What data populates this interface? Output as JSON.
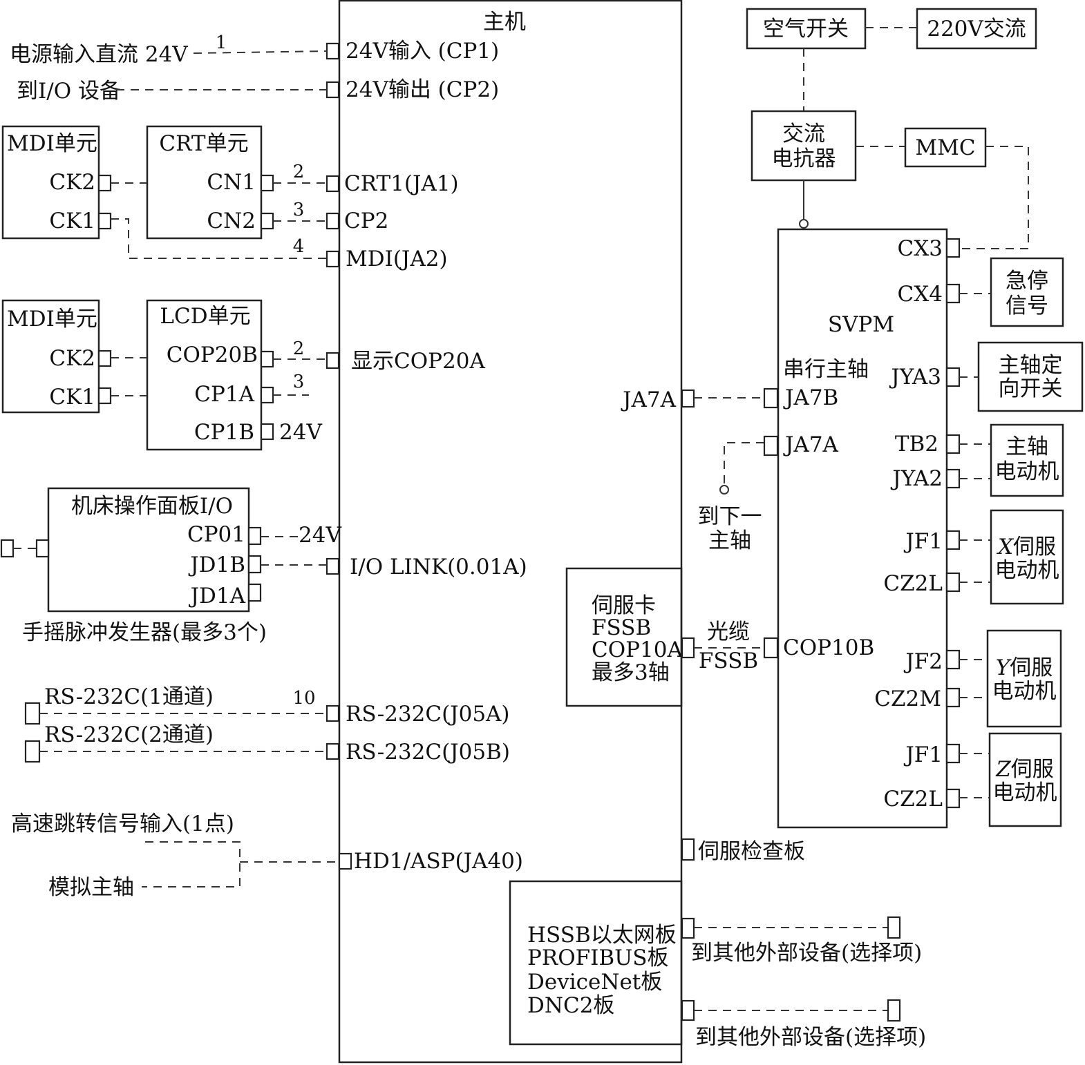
{
  "host": {
    "title": "主机",
    "ports_left": [
      "24V输入 (CP1)",
      "24V输出 (CP2)",
      "CRT1(JA1)",
      "CP2",
      "MDI(JA2)",
      "显示COP20A",
      "I/O LINK(0.01A)",
      "RS-232C(J05A)",
      "RS-232C(J05B)",
      "HD1/ASP(JA40)"
    ],
    "ports_right": [
      "JA7A",
      "伺服检查板"
    ]
  },
  "left_inputs": {
    "power_in": "电源输入直流 24V",
    "to_io": "到I/O 设备",
    "wire_numbers": [
      "1",
      "2",
      "3",
      "4",
      "2",
      "3",
      "10"
    ]
  },
  "crt_group": {
    "mdi_title": "MDI单元",
    "mdi_ports": [
      "CK2",
      "CK1"
    ],
    "crt_title": "CRT单元",
    "crt_ports": [
      "CN1",
      "CN2"
    ]
  },
  "lcd_group": {
    "mdi_title": "MDI单元",
    "mdi_ports": [
      "CK2",
      "CK1"
    ],
    "lcd_title": "LCD单元",
    "lcd_ports": [
      "COP20B",
      "CP1A",
      "CP1B"
    ],
    "cp1b_label": "24V"
  },
  "machine_panel": {
    "title": "机床操作面板I/O",
    "ports": [
      "CP01",
      "JD1B",
      "JD1A"
    ],
    "cp01_label": "24V",
    "mpg_label": "手摇脉冲发生器(最多3个)"
  },
  "serial": {
    "ch1": "RS-232C(1通道)",
    "ch2": "RS-232C(2通道)"
  },
  "hd1": {
    "skip_input": "高速跳转信号输入(1点)",
    "analog_spindle": "模拟主轴"
  },
  "servo_card": {
    "lines": [
      "伺服卡",
      "FSSB",
      "COP10A",
      "最多3轴"
    ],
    "cable_top": "光缆",
    "cable_bottom": "FSSB"
  },
  "option_board": {
    "lines": [
      "HSSB以太网板",
      "PROFIBUS板",
      "DeviceNet板",
      "DNC2板"
    ],
    "ext1": "到其他外部设备(选择项)",
    "ext2": "到其他外部设备(选择项)"
  },
  "power_chain": {
    "breaker": "空气开关",
    "ac": "220V交流",
    "reactor_lines": [
      "交流",
      "电抗器"
    ],
    "mmc": "MMC"
  },
  "svpm": {
    "title": "SVPM",
    "serial_spindle": "串行主轴",
    "left_ports": [
      "JA7B",
      "JA7A",
      "COP10B"
    ],
    "next_spindle": [
      "到下一",
      "主轴"
    ],
    "right_ports": [
      "CX3",
      "CX4",
      "JYA3",
      "TB2",
      "JYA2",
      "JF1",
      "CZ2L",
      "JF2",
      "CZ2M",
      "JF1",
      "CZ2L"
    ]
  },
  "devices": {
    "estop": [
      "急停",
      "信号"
    ],
    "orient": [
      "主轴定",
      "向开关"
    ],
    "spindle_motor": [
      "主轴",
      "电动机"
    ],
    "x_servo": [
      "X",
      "伺服",
      "电动机"
    ],
    "y_servo": [
      "Y",
      "伺服",
      "电动机"
    ],
    "z_servo": [
      "Z",
      "伺服",
      "电动机"
    ]
  }
}
